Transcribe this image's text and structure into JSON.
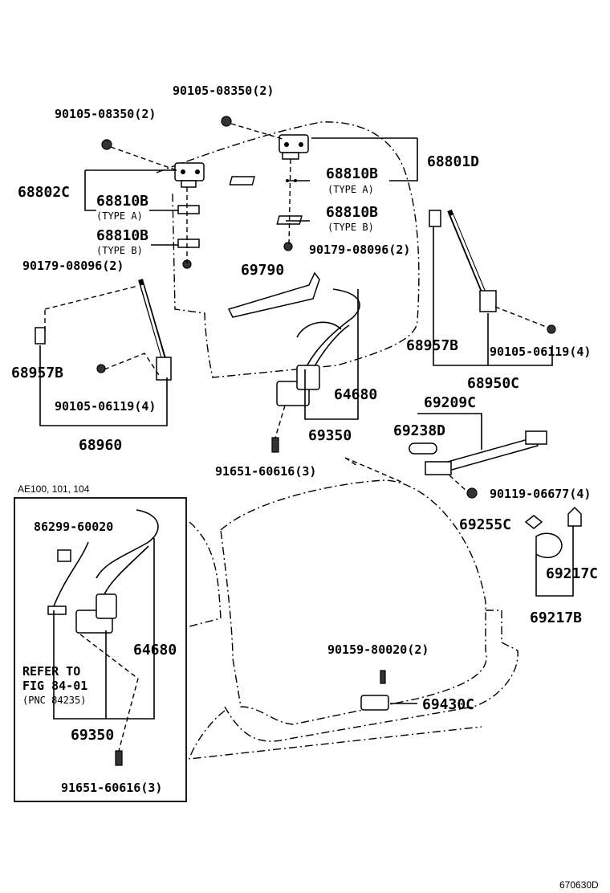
{
  "inset_title": "AE100, 101, 104",
  "diagram_id": "670630D",
  "labels": {
    "p90105_08350_a": "90105-08350(2)",
    "p90105_08350_b": "90105-08350(2)",
    "p68801D": "68801D",
    "p68802C": "68802C",
    "p68810B_r1": "68810B",
    "p68810B_r1_type": "(TYPE A)",
    "p68810B_r2": "68810B",
    "p68810B_r2_type": "(TYPE B)",
    "p68810B_l1": "68810B",
    "p68810B_l1_type": "(TYPE A)",
    "p68810B_l2": "68810B",
    "p68810B_l2_type": "(TYPE B)",
    "p90179_r": "90179-08096(2)",
    "p90179_l": "90179-08096(2)",
    "p69790": "69790",
    "p68957B_l": "68957B",
    "p68957B_r": "68957B",
    "p90105_06119_l": "90105-06119(4)",
    "p90105_06119_r": "90105-06119(4)",
    "p68960": "68960",
    "p68950C": "68950C",
    "p64680_top": "64680",
    "p69350_top": "69350",
    "p91651_top": "91651-60616(3)",
    "p69209C": "69209C",
    "p69238D": "69238D",
    "p90119": "90119-06677(4)",
    "p69255C": "69255C",
    "p69217C": "69217C",
    "p69217B": "69217B",
    "p86299": "86299-60020",
    "p64680_inset": "64680",
    "p69350_inset": "69350",
    "p91651_inset": "91651-60616(3)",
    "refer1": "REFER TO",
    "refer2": "FIG 84-01",
    "refer3": "(PNC 84235)",
    "p90159": "90159-80020(2)",
    "p69430C": "69430C"
  }
}
